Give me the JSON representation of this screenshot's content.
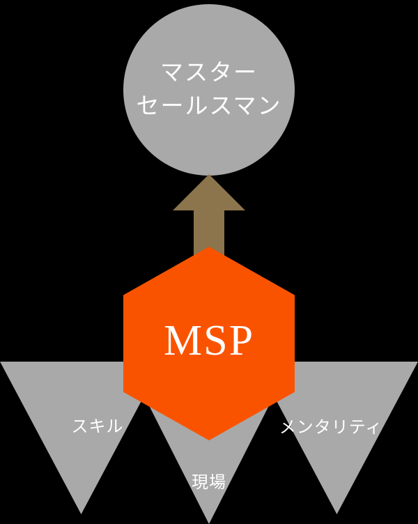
{
  "diagram": {
    "background_color": "#000000",
    "goal_circle": {
      "label_line1": "マスター",
      "label_line2": "セールスマン",
      "fill": "#a9a9a9",
      "text_color": "#ffffff"
    },
    "arrow": {
      "direction": "up",
      "fill": "#8c744c"
    },
    "core_hexagon": {
      "label": "MSP",
      "fill": "#fa5300",
      "text_color": "#ffffff"
    },
    "foundation_triangles": [
      {
        "label": "スキル",
        "fill": "#a9a9a9",
        "text_color": "#ffffff"
      },
      {
        "label": "現場",
        "fill": "#a9a9a9",
        "text_color": "#ffffff"
      },
      {
        "label": "メンタリティ",
        "fill": "#a9a9a9",
        "text_color": "#ffffff"
      }
    ]
  }
}
